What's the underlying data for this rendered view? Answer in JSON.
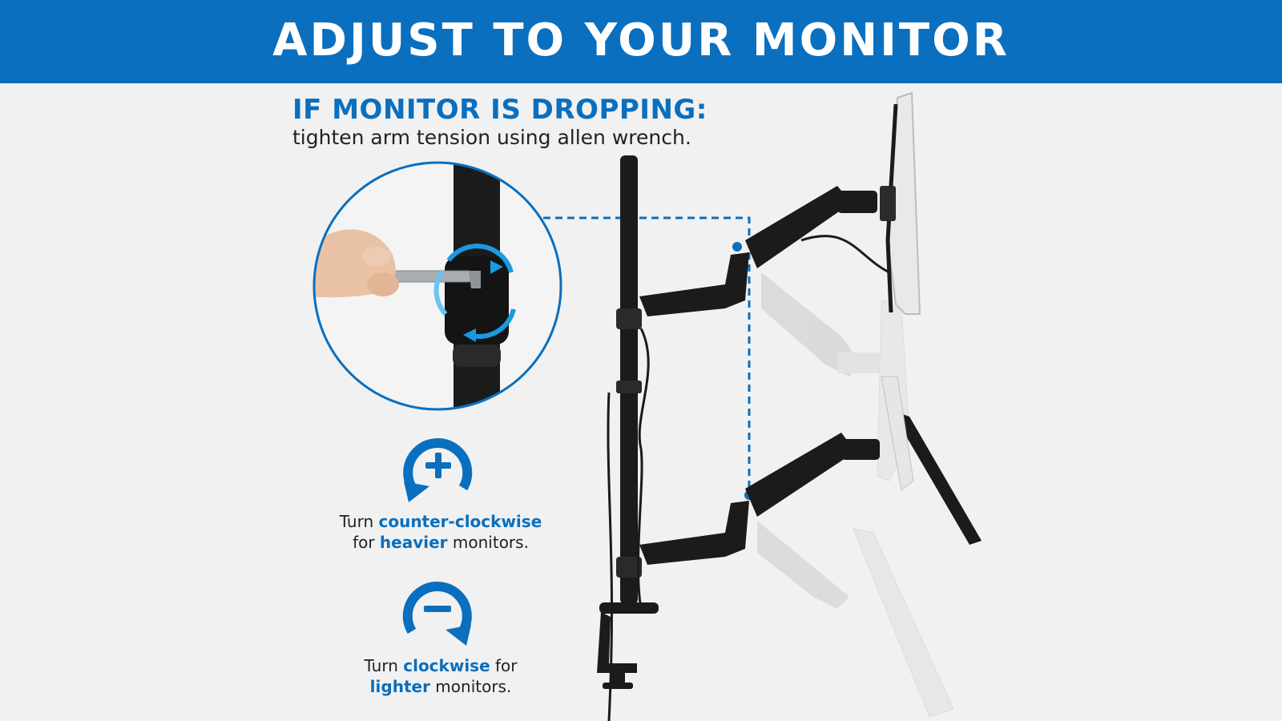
{
  "banner": {
    "title": "ADJUST TO YOUR MONITOR"
  },
  "heading": {
    "title": "IF MONITOR IS DROPPING:",
    "subtitle": "tighten arm tension using allen wrench."
  },
  "instructions": [
    {
      "icon": "plus-rotate-icon",
      "line1_prefix": "Turn ",
      "line1_em": "counter-clockwise",
      "line1_suffix": "",
      "line2_prefix": "for ",
      "line2_em": "heavier",
      "line2_suffix": " monitors."
    },
    {
      "icon": "minus-rotate-icon",
      "line1_prefix": "Turn ",
      "line1_em": "clockwise",
      "line1_suffix": " for",
      "line2_prefix": "",
      "line2_em": "lighter",
      "line2_suffix": " monitors."
    }
  ],
  "colors": {
    "brand_blue": "#0a6fbe",
    "arm_black": "#1b1b1b",
    "background": "#f1f1f1"
  }
}
